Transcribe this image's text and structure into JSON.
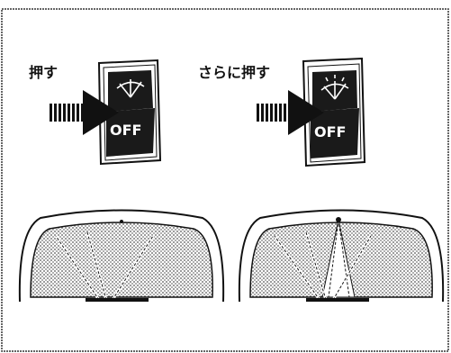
{
  "diagram": {
    "panels": [
      {
        "caption": "押す",
        "switch_text": "OFF",
        "mode": "intermittent"
      },
      {
        "caption": "さらに押す",
        "switch_text": "OFF",
        "mode": "washer"
      }
    ]
  },
  "colors": {
    "ink": "#111111",
    "switch_body": "#1a1a1a",
    "glass_fill": "#9a9a9a",
    "arrow": "#111111"
  }
}
